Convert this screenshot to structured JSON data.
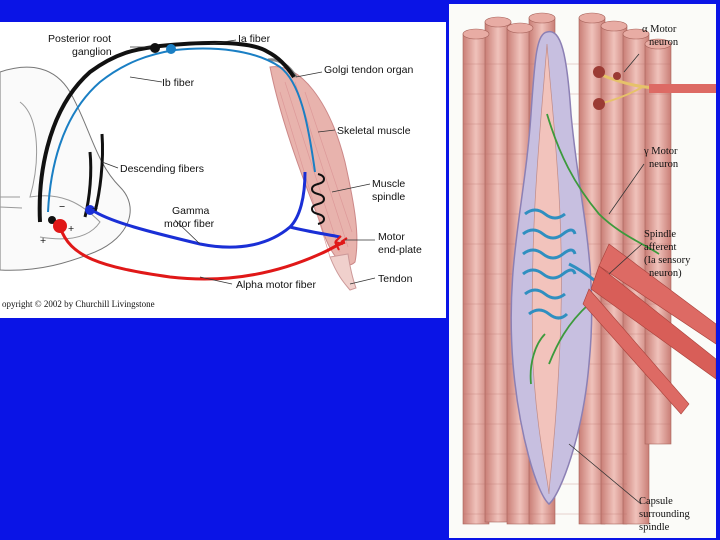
{
  "slide": {
    "background": "#0a14e6"
  },
  "reflex_diagram": {
    "labels": {
      "posterior_root_1": "Posterior root",
      "posterior_root_2": "ganglion",
      "ia_fiber": "Ia fiber",
      "golgi_tendon_organ": "Golgi tendon organ",
      "ib_fiber": "Ib fiber",
      "skeletal_muscle": "Skeletal muscle",
      "descending_fibers": "Descending fibers",
      "muscle_spindle_1": "Muscle",
      "muscle_spindle_2": "spindle",
      "gamma_motor_fiber_1": "Gamma",
      "gamma_motor_fiber_2": "motor fiber",
      "motor_endplate_1": "Motor",
      "motor_endplate_2": "end-plate",
      "tendon": "Tendon",
      "alpha_motor_fiber": "Alpha motor fiber",
      "copyright": "opyright © 2002 by Churchill Livingstone"
    },
    "signs": {
      "minus": "−",
      "plus": "+"
    },
    "colors": {
      "ia": "#1a7fc4",
      "ib": "#111111",
      "gamma": "#1a2fd6",
      "alpha": "#e01818",
      "muscle": "#e8b3ad"
    }
  },
  "spindle_diagram": {
    "labels": {
      "alpha_motor_1": "α Motor",
      "alpha_motor_2": "neuron",
      "gamma_motor_1": "γ Motor",
      "gamma_motor_2": "neuron",
      "afferent_1": "Spindle",
      "afferent_2": "afferent",
      "afferent_3": "(Ia sensory",
      "afferent_4": "neuron)",
      "capsule_1": "Capsule",
      "capsule_2": "surrounding",
      "capsule_3": "spindle"
    },
    "colors": {
      "fiber": "#d9928a",
      "capsule": "#c7bfe0",
      "afferent": "#2f8fc0",
      "gamma": "#3c9a3c"
    }
  }
}
